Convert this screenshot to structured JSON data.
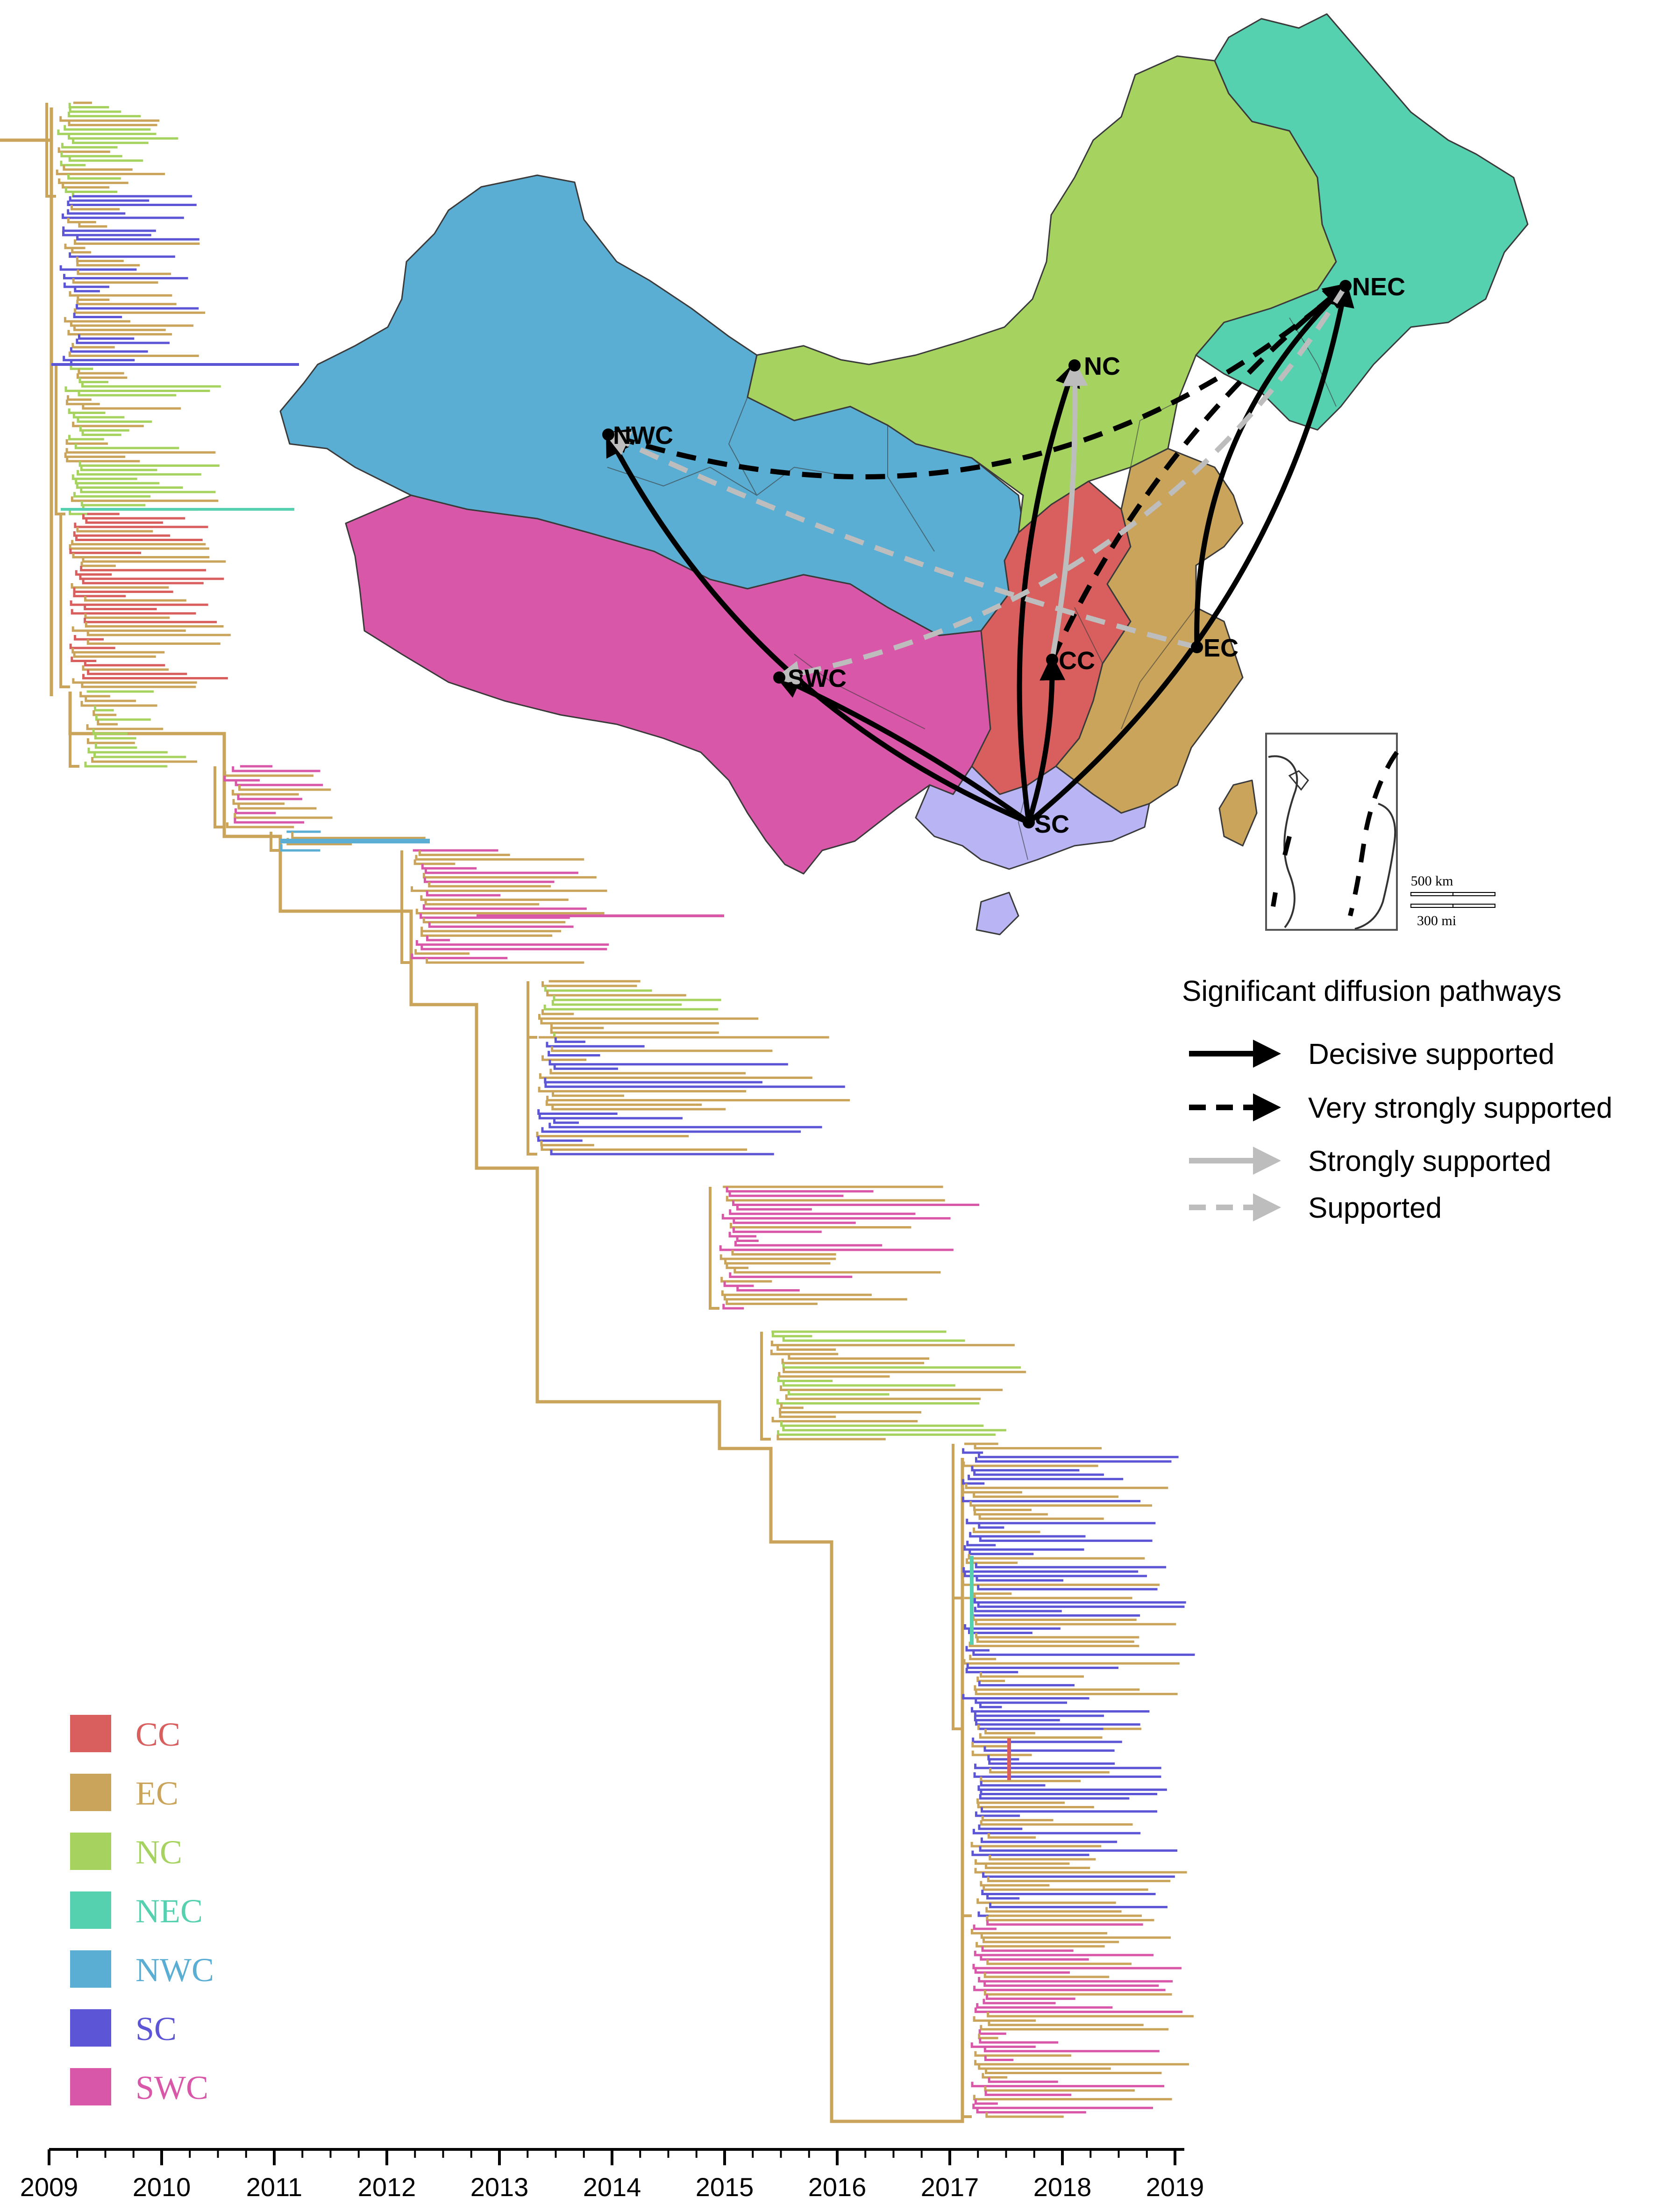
{
  "regions": [
    {
      "code": "CC",
      "color": "#d95f5f"
    },
    {
      "code": "EC",
      "color": "#c9a45a"
    },
    {
      "code": "NC",
      "color": "#a6d35f"
    },
    {
      "code": "NEC",
      "color": "#56d1b0"
    },
    {
      "code": "NWC",
      "color": "#5aaed3"
    },
    {
      "code": "SC",
      "color": "#5c55d6"
    },
    {
      "code": "SWC",
      "color": "#d957a8"
    }
  ],
  "map": {
    "nodes": [
      {
        "code": "NEC",
        "label": "NEC"
      },
      {
        "code": "NC",
        "label": "NC"
      },
      {
        "code": "NWC",
        "label": "NWC"
      },
      {
        "code": "CC",
        "label": "CC"
      },
      {
        "code": "EC",
        "label": "EC"
      },
      {
        "code": "SWC",
        "label": "SWC"
      },
      {
        "code": "SC",
        "label": "SC"
      }
    ],
    "pathways": [
      {
        "from": "SC",
        "to": "NWC",
        "support": "decisive"
      },
      {
        "from": "SC",
        "to": "SWC",
        "support": "decisive"
      },
      {
        "from": "SC",
        "to": "CC",
        "support": "decisive"
      },
      {
        "from": "SC",
        "to": "NC",
        "support": "decisive"
      },
      {
        "from": "SC",
        "to": "NEC",
        "support": "decisive"
      },
      {
        "from": "EC",
        "to": "NEC",
        "support": "decisive"
      },
      {
        "from": "NEC",
        "to": "NWC",
        "support": "very_strong"
      },
      {
        "from": "CC",
        "to": "NEC",
        "support": "very_strong"
      },
      {
        "from": "CC",
        "to": "NC",
        "support": "strong"
      },
      {
        "from": "NEC",
        "to": "SWC",
        "support": "supported"
      },
      {
        "from": "EC",
        "to": "NWC",
        "support": "supported"
      }
    ],
    "scale": {
      "km": "500 km",
      "mi": "300 mi"
    }
  },
  "pathway_legend": {
    "title": "Significant diffusion pathways",
    "items": [
      {
        "key": "decisive",
        "label": "Decisive supported",
        "color": "#000000",
        "dashed": false
      },
      {
        "key": "very_strong",
        "label": "Very strongly supported",
        "color": "#000000",
        "dashed": true
      },
      {
        "key": "strong",
        "label": "Strongly supported",
        "color": "#bdbdbd",
        "dashed": false
      },
      {
        "key": "supported",
        "label": "Supported",
        "color": "#bdbdbd",
        "dashed": true
      }
    ]
  },
  "tree_legend": [
    "CC",
    "EC",
    "NC",
    "NEC",
    "NWC",
    "SC",
    "SWC"
  ],
  "time_axis": {
    "ticks": [
      "2009",
      "2010",
      "2011",
      "2012",
      "2013",
      "2014",
      "2015",
      "2016",
      "2017",
      "2018",
      "2019"
    ]
  }
}
